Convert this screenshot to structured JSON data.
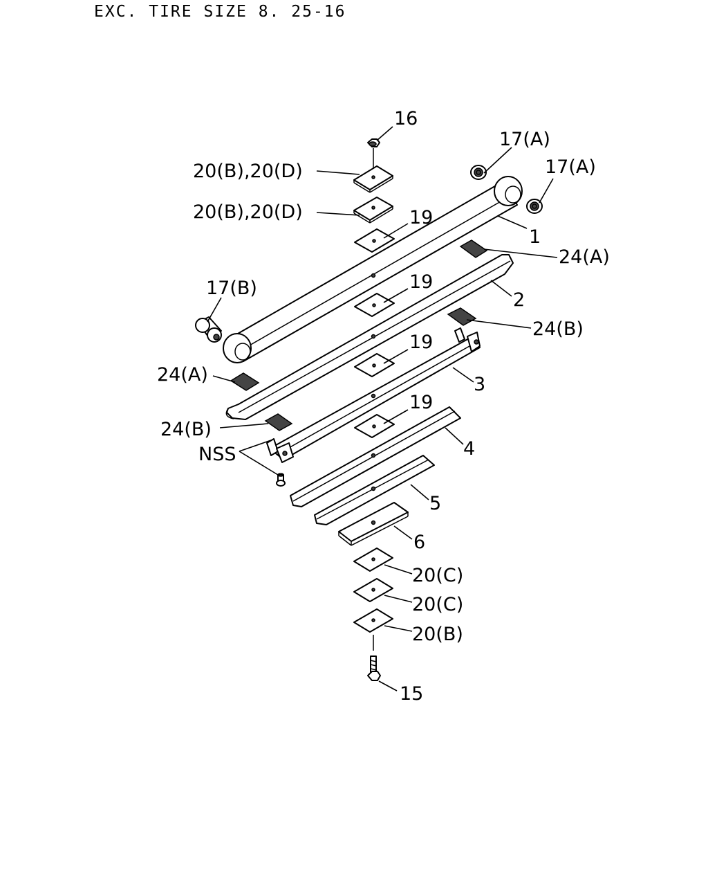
{
  "header": {
    "title": "EXC. TIRE SIZE 8. 25-16"
  },
  "callouts": {
    "c16": "16",
    "c17a_1": "17(A)",
    "c17a_2": "17(A)",
    "c20bd_1": "20(B),20(D)",
    "c20bd_2": "20(B),20(D)",
    "c19_1": "19",
    "c1": "1",
    "c24a_1": "24(A)",
    "c17b": "17(B)",
    "c19_2": "19",
    "c2": "2",
    "c24b_1": "24(B)",
    "c19_3": "19",
    "c24a_2": "24(A)",
    "c3": "3",
    "c19_4": "19",
    "c24b_2": "24(B)",
    "nss": "NSS",
    "c4": "4",
    "c5": "5",
    "c6": "6",
    "c20c_1": "20(C)",
    "c20c_2": "20(C)",
    "c20b": "20(B)",
    "c15": "15"
  }
}
